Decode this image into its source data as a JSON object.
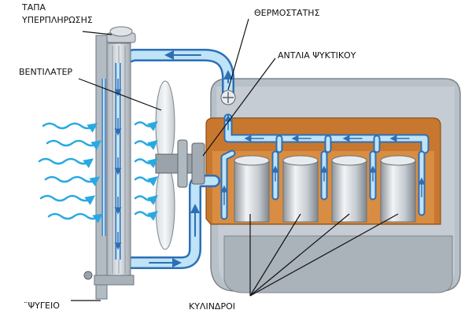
{
  "labels": {
    "cap_line1": "ΤΑΠΑ",
    "cap_line2": "ΥΠΕΡΠΛΗΡΩΣΗΣ",
    "thermostat": "ΘΕΡΜΟΣΤΑΤΗΣ",
    "pump": "ΑΝΤΛΙΑ ΨΥΚΤΙΚΟΥ",
    "fan": "ΒΕΝΤΙΛΑΤΕΡ",
    "radiator": "¨ΨΥΓΕΙΟ",
    "cylinders": "ΚΥΛΙΝΔΡΟΙ"
  },
  "colors": {
    "coolant": "#bfe3f7",
    "coolant_stroke": "#2d6fb5",
    "engine_block": "#b8c0c8",
    "water_jacket": "#c8782e",
    "air_flow": "#29a9e1",
    "metal": "#c9cfd5"
  }
}
